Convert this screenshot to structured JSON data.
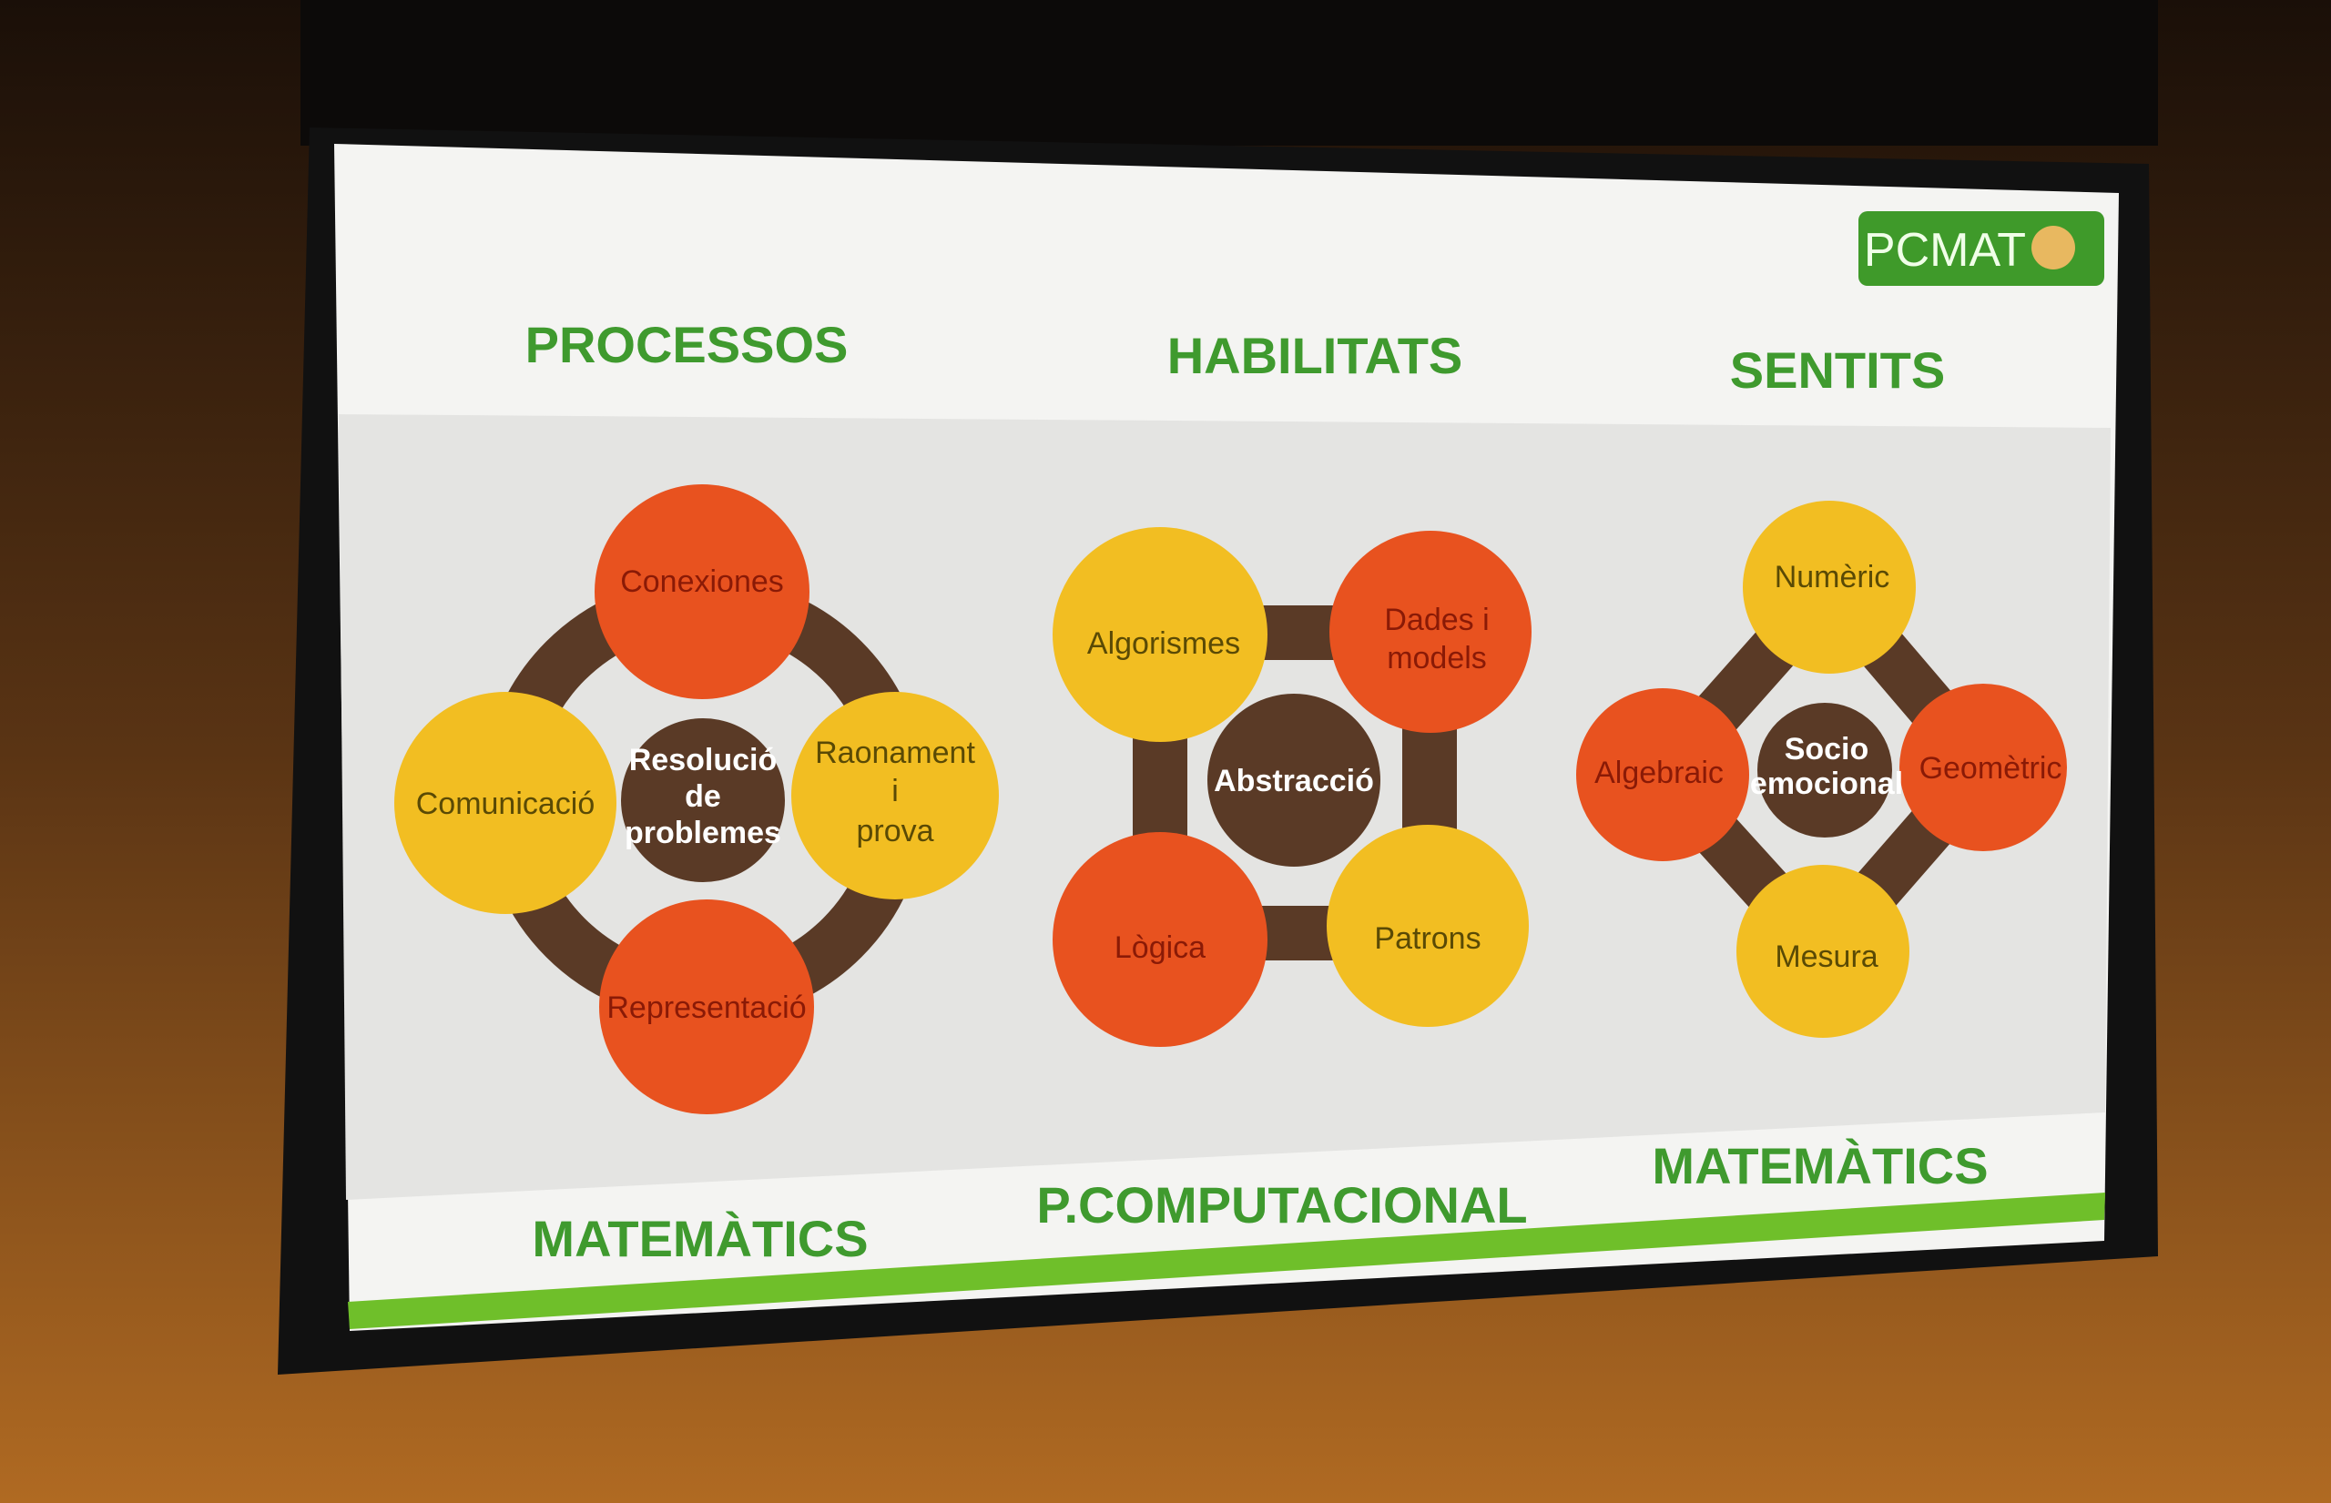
{
  "logo": {
    "text": "PCMAT"
  },
  "colors": {
    "orange": "#e8521f",
    "yellow": "#f2be22",
    "brown": "#5a3a26",
    "green": "#3f9a2e"
  },
  "headers": [
    "PROCESSOS",
    "HABILITATS",
    "SENTITS"
  ],
  "footers": [
    "MATEMÀTICS",
    "P.COMPUTACIONAL",
    "MATEMÀTICS"
  ],
  "diagrams": [
    {
      "center": [
        "Resolució",
        "de",
        "problemes"
      ],
      "nodes": [
        {
          "label": [
            "Conexiones"
          ],
          "color": "orange"
        },
        {
          "label": [
            "Comunicació"
          ],
          "color": "yellow"
        },
        {
          "label": [
            "Raonament",
            "i",
            "prova"
          ],
          "color": "yellow"
        },
        {
          "label": [
            "Representació"
          ],
          "color": "orange"
        }
      ]
    },
    {
      "center": [
        "Abstracció"
      ],
      "nodes": [
        {
          "label": [
            "Algorismes"
          ],
          "color": "yellow"
        },
        {
          "label": [
            "Dades i",
            "models"
          ],
          "color": "orange"
        },
        {
          "label": [
            "Lògica"
          ],
          "color": "orange"
        },
        {
          "label": [
            "Patrons"
          ],
          "color": "yellow"
        }
      ]
    },
    {
      "center": [
        "Socio",
        "emocional"
      ],
      "nodes": [
        {
          "label": [
            "Numèric"
          ],
          "color": "yellow"
        },
        {
          "label": [
            "Algebraic"
          ],
          "color": "orange"
        },
        {
          "label": [
            "Geomètric"
          ],
          "color": "orange"
        },
        {
          "label": [
            "Mesura"
          ],
          "color": "yellow"
        }
      ]
    }
  ]
}
